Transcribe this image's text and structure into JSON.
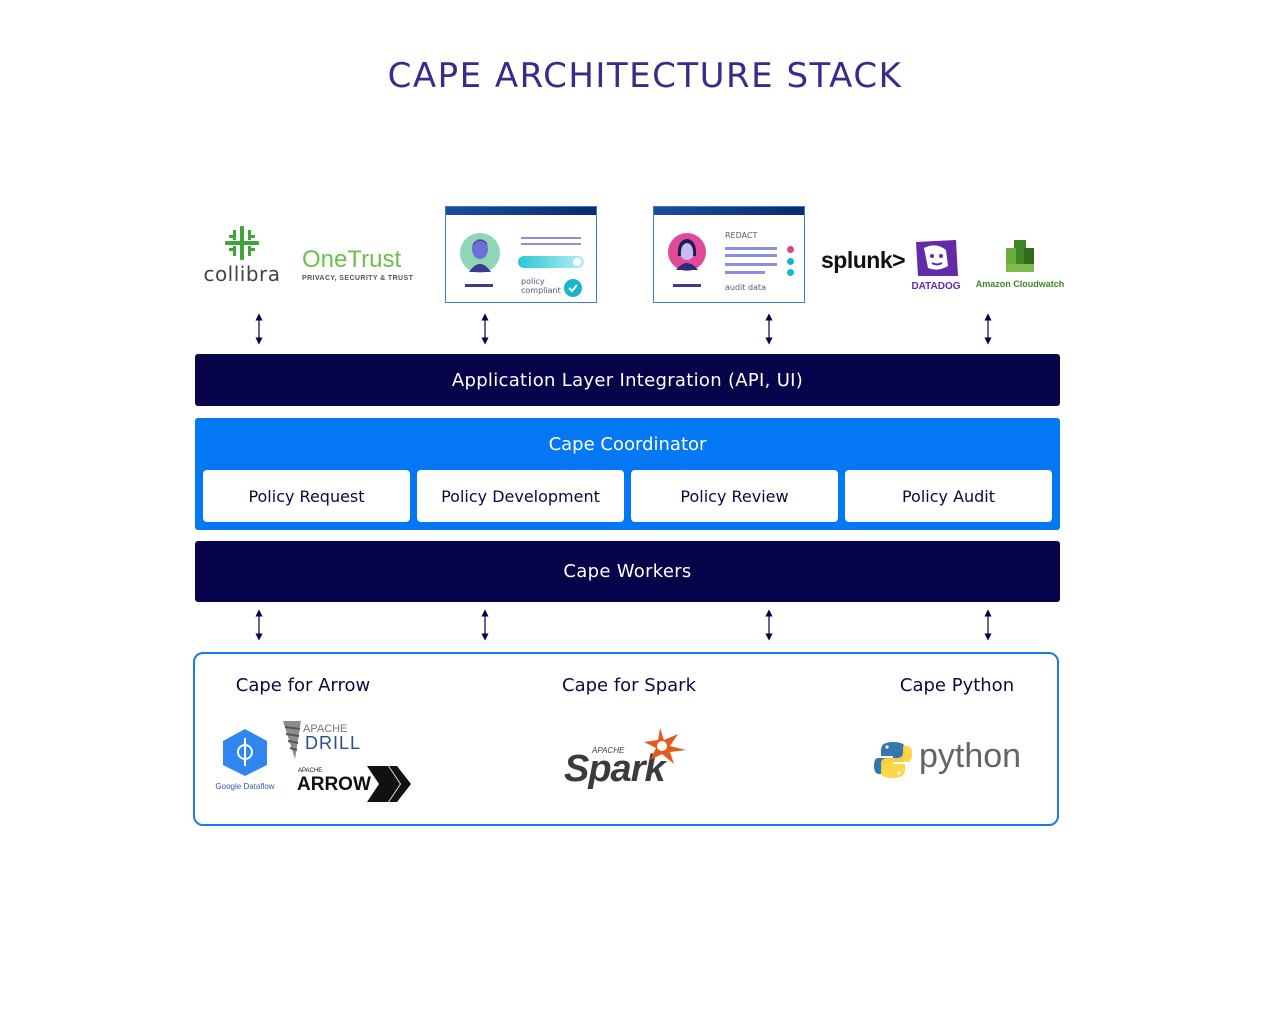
{
  "title": "CAPE ARCHITECTURE STACK",
  "integrations": {
    "collibra": "collibra",
    "onetrust": "OneTrust",
    "onetrust_tagline": "PRIVACY, SECURITY & TRUST",
    "card1": {
      "label_line1": "policy",
      "label_line2": "compliant"
    },
    "card2": {
      "redact": "REDACT",
      "audit": "audit data"
    },
    "splunk": "splunk>",
    "datadog": "DATADOG",
    "cloudwatch": "Amazon Cloudwatch"
  },
  "layers": {
    "application": "Application Layer Integration (API, UI)",
    "coordinator": "Cape Coordinator",
    "policies": [
      "Policy Request",
      "Policy Development",
      "Policy Review",
      "Policy Audit"
    ],
    "workers": "Cape Workers"
  },
  "libraries": {
    "arrow": {
      "label": "Cape for Arrow",
      "dataflow": "Google Dataflow",
      "drill_top": "APACHE",
      "drill": "DRILL",
      "arrow_top": "APACHE",
      "arrow": "ARROW"
    },
    "spark": {
      "label": "Cape for Spark",
      "apache": "APACHE",
      "spark": "Spark"
    },
    "python": {
      "label": "Cape Python",
      "python": "python"
    }
  },
  "colors": {
    "title": "#3a2a8c",
    "dark_navy": "#07034a",
    "coordinator_blue": "#0477f5",
    "border_blue": "#1b7ae6"
  }
}
